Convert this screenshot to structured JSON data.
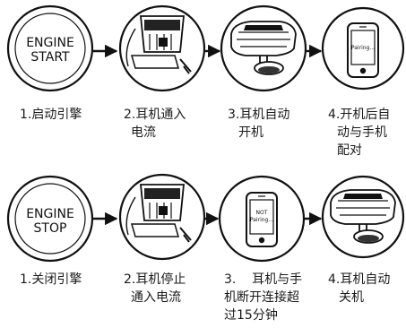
{
  "row1": {
    "engine_button": [
      "ENGINE",
      "START"
    ],
    "phone_screen": [
      "Pairing..."
    ],
    "steps": [
      [
        "1.启动引擎"
      ],
      [
        "2.耳机通入",
        "电流"
      ],
      [
        "3.耳机自动",
        "开机"
      ],
      [
        "4.开机后自",
        "动与手机",
        "配对"
      ]
    ]
  },
  "row2": {
    "engine_button": [
      "ENGINE",
      "STOP"
    ],
    "phone_screen": [
      "NOT",
      "Pairing..."
    ],
    "steps": [
      [
        "1.关闭引擎"
      ],
      [
        "2.耳机停止",
        "通入电流"
      ],
      [
        "3.    耳机与手",
        "机断开连接超",
        "过15分钟"
      ],
      [
        "4.耳机自动",
        "关机"
      ]
    ]
  },
  "icons": [
    "engine-start-button-icon",
    "car-socket-headset-icon",
    "headset-icon",
    "smartphone-icon",
    "arrow-right-icon"
  ]
}
